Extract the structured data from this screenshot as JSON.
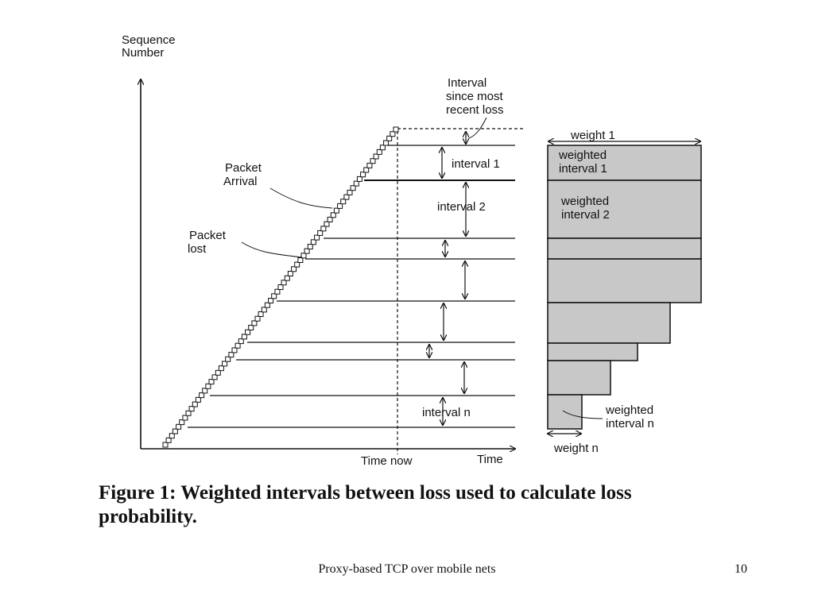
{
  "diagram": {
    "y_axis_label_line1": "Sequence",
    "y_axis_label_line2": "Number",
    "x_axis_label": "Time",
    "time_now_label": "Time now",
    "interval_since_loss_line1": "Interval",
    "interval_since_loss_line2": "since most",
    "interval_since_loss_line3": "recent loss",
    "packet_arrival_line1": "Packet",
    "packet_arrival_line2": "Arrival",
    "packet_lost_line1": "Packet",
    "packet_lost_line2": "lost",
    "interval_1": "interval 1",
    "interval_2": "interval 2",
    "interval_n": "interval n",
    "weight_1": "weight 1",
    "weight_n": "weight n",
    "weighted_interval_1_line1": "weighted",
    "weighted_interval_1_line2": "interval 1",
    "weighted_interval_2_line1": "weighted",
    "weighted_interval_2_line2": "interval 2",
    "weighted_interval_n_line1": "weighted",
    "weighted_interval_n_line2": "interval n",
    "bar_fill": "#c8c8c8"
  },
  "caption": {
    "line1": "Figure 1: Weighted intervals between loss used to calculate loss",
    "line2": "probability."
  },
  "footer": {
    "title": "Proxy-based TCP over mobile nets",
    "page_number": "10"
  }
}
